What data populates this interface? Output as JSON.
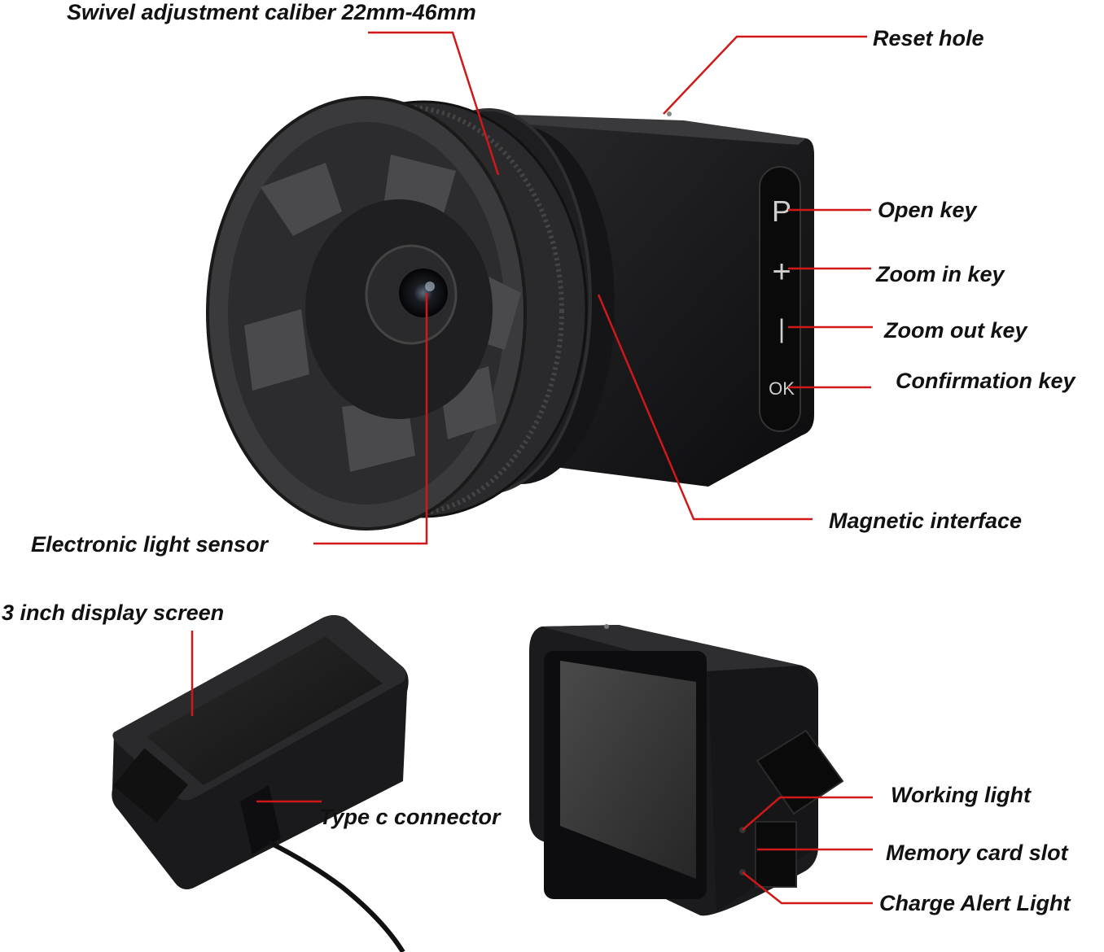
{
  "labels": {
    "swivel": "Swivel adjustment caliber 22mm-46mm",
    "reset_hole": "Reset hole",
    "open_key": "Open key",
    "zoom_in_key": "Zoom in key",
    "zoom_out_key": "Zoom out key",
    "confirmation_key": "Confirmation key",
    "magnetic_interface": "Magnetic interface",
    "light_sensor": "Electronic light sensor",
    "display_screen": "3 inch display screen",
    "type_c": "Type c connector",
    "working_light": "Working light",
    "memory_card_slot": "Memory card slot",
    "charge_alert_light": "Charge Alert Light"
  },
  "buttons": {
    "p": "P",
    "plus": "+",
    "minus": "|",
    "ok": "OK"
  },
  "colors": {
    "leader_line": "#d01818",
    "device_body": "#1c1c1e",
    "device_dark": "#0d0d0f",
    "screen": "#1a1a1a"
  }
}
